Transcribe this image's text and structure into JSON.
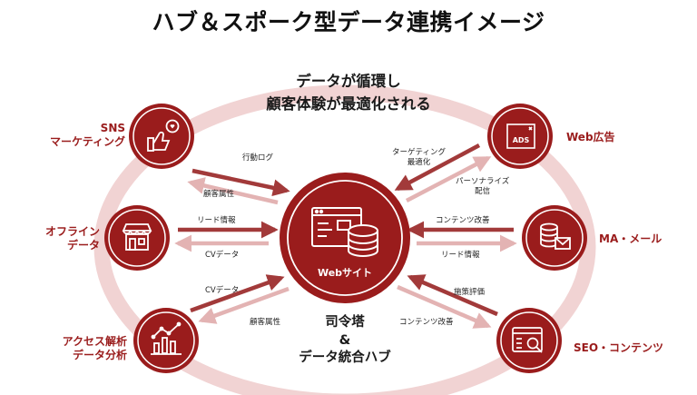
{
  "title": "ハブ＆スポーク型データ連携イメージ",
  "cycle_caption": {
    "line1": "データが循環し",
    "line2": "顧客体験が最適化される"
  },
  "hub": {
    "name": "Webサイト",
    "caption_line1": "司令塔",
    "caption_line2": "&",
    "caption_line3": "データ統合ハブ"
  },
  "spokes": {
    "sns": {
      "line1": "SNS",
      "line2": "マーケティング",
      "icon": "thumbs-up-icon"
    },
    "offline": {
      "line1": "オフライン",
      "line2": "データ",
      "icon": "store-icon"
    },
    "access": {
      "line1": "アクセス解析",
      "line2": "データ分析",
      "icon": "analytics-chart-icon"
    },
    "webad": {
      "line1": "Web広告",
      "icon": "ads-icon",
      "ads_text": "ADS"
    },
    "ma": {
      "line1": "MA・メール",
      "icon": "database-mail-icon"
    },
    "seo": {
      "line1": "SEO・コンテンツ",
      "icon": "search-content-icon"
    }
  },
  "flows": {
    "sns_in": "行動ログ",
    "sns_out": "顧客属性",
    "offline_in": "リード情報",
    "offline_out": "CVデータ",
    "access_in": "CVデータ",
    "access_out": "顧客属性",
    "webad_in_1": "ターゲティング",
    "webad_in_2": "最適化",
    "webad_out_1": "パーソナライズ",
    "webad_out_2": "配信",
    "ma_in": "コンテンツ改善",
    "ma_out": "リード情報",
    "seo_in": "施策評価",
    "seo_out": "コンテンツ改善"
  },
  "colors": {
    "accent": "#9a1c1c",
    "ring": "#f1d3d3",
    "arrow_dark": "#a23a3a",
    "arrow_light": "#e3b3b3"
  }
}
